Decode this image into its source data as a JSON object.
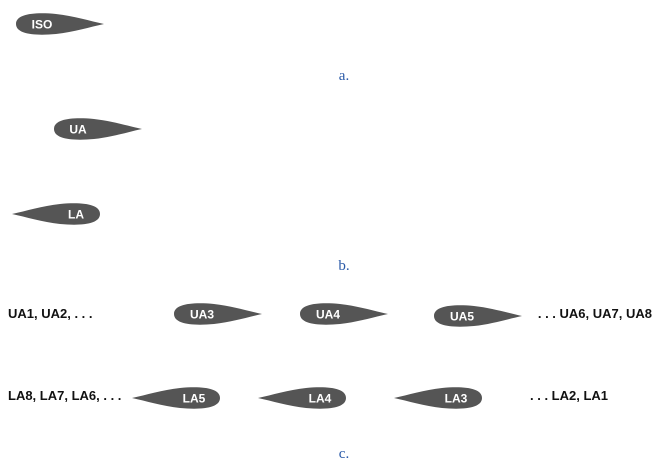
{
  "colors": {
    "shape_fill": "#555555",
    "shape_text": "#ffffff",
    "side_text": "#111111",
    "caption": "#2a5aa8"
  },
  "panel_a": {
    "iso_label": "ISO",
    "caption": "a."
  },
  "panel_b": {
    "ua_label": "UA",
    "la_label": "LA",
    "caption": "b."
  },
  "panel_c": {
    "upper_left_text": "UA1, UA2, . . .",
    "upper_shapes": [
      "UA3",
      "UA4",
      "UA5"
    ],
    "upper_right_text": ". . . UA6, UA7, UA8",
    "lower_left_text": "LA8, LA7, LA6, . . .",
    "lower_shapes": [
      "LA5",
      "LA4",
      "LA3"
    ],
    "lower_right_text": ". . . LA2, LA1",
    "caption": "c."
  }
}
